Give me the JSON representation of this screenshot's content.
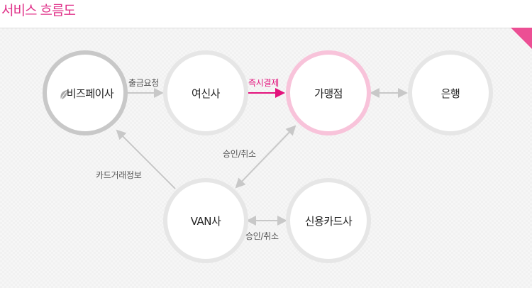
{
  "header": {
    "title": "서비스 흐름도"
  },
  "nodes": {
    "biz": "비즈페이사",
    "yeosin": "여신사",
    "merchant": "가맹점",
    "bank": "은행",
    "van": "VAN사",
    "card": "신용카드사"
  },
  "edges": {
    "withdraw_request": "출금요청",
    "instant_payment": "즉시결제",
    "approve_cancel_upper": "승인/취소",
    "card_transaction_info": "카드거래정보",
    "approve_cancel_lower": "승인/취소"
  },
  "colors": {
    "accent": "#e0338a",
    "highlight_arrow": "#e3127c",
    "node_ring": "#e6e6e6",
    "biz_ring": "#c8c8c8",
    "merchant_ring": "#f8c3da",
    "arrow": "#c8c8c8"
  },
  "icons": {
    "leaf": "leaf-icon",
    "corner": "corner-fold-icon"
  }
}
